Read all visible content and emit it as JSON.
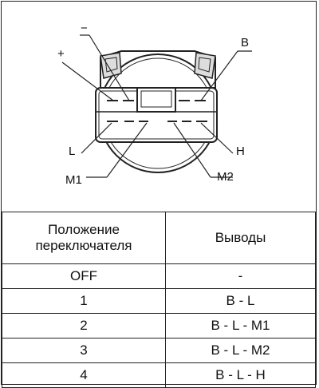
{
  "diagram": {
    "labels": {
      "minus": "−",
      "plus": "+",
      "b": "B",
      "l": "L",
      "h": "H",
      "m1": "M1",
      "m2": "M2"
    }
  },
  "table": {
    "header": {
      "col1_line1": "Положение",
      "col1_line2": "переключателя",
      "col2": "Выводы"
    },
    "rows": [
      {
        "position": "OFF",
        "terminals": "-"
      },
      {
        "position": "1",
        "terminals": "B - L"
      },
      {
        "position": "2",
        "terminals": "B - L - M1"
      },
      {
        "position": "3",
        "terminals": "B - L - M2"
      },
      {
        "position": "4",
        "terminals": "B - L - H"
      }
    ]
  }
}
